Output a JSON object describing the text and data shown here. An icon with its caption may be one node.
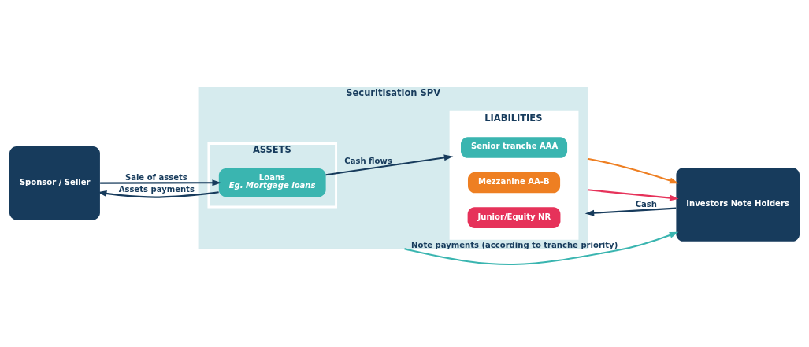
{
  "diagram": {
    "nodes": [
      {
        "text": [
          "Sponsor / Seller"
        ]
      },
      {
        "text": [
          "Securitisation SPV"
        ]
      },
      {
        "text": [
          "ASSETS"
        ],
        "in": 1
      },
      {
        "text": [
          "Loans",
          "Eg. Mortgage loans"
        ],
        "in": 2
      },
      {
        "text": [
          "LIABILITIES"
        ],
        "in": 1
      },
      {
        "text": [
          "Senior tranche AAA"
        ],
        "in": 4
      },
      {
        "text": [
          "Mezzanine AA-B"
        ],
        "in": 4
      },
      {
        "text": [
          "Junior/Equity NR"
        ],
        "in": 4
      },
      {
        "text": [
          "Investors Note Holders"
        ]
      }
    ],
    "edges": [
      {
        "from": 0,
        "to": 3,
        "arrow": "to",
        "label": "Sale of assets"
      },
      {
        "from": 3,
        "to": 0,
        "arrow": "to",
        "label": "Assets payments"
      },
      {
        "from": 3,
        "to": 4,
        "arrow": "to",
        "label": "Cash flows"
      },
      {
        "from": 1,
        "to": 8,
        "arrow": "to",
        "color": "#3ab5b0",
        "label": "Note payments (according to tranche priority)"
      },
      {
        "from": 1,
        "to": 8,
        "arrow": "to",
        "color": "#ee7f22"
      },
      {
        "from": 1,
        "to": 8,
        "arrow": "to",
        "color": "#e6325a"
      },
      {
        "from": 8,
        "to": 1,
        "arrow": "to",
        "label": "Cash"
      }
    ]
  }
}
